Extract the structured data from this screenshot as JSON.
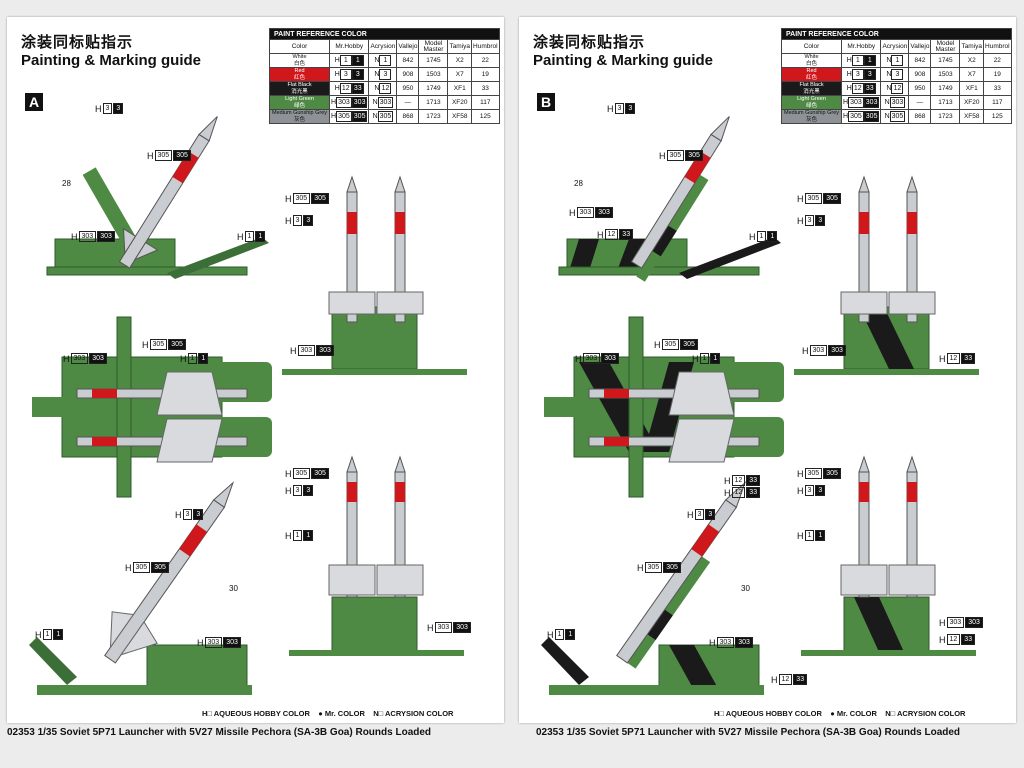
{
  "sheets": [
    {
      "letter": "A",
      "title_cn": "涂装同标贴指示",
      "title_en": "Painting & Marking guide",
      "callouts": {
        "c1": {
          "pre": "H",
          "box1": "3",
          "box2": "3"
        },
        "c2": {
          "pre": "H",
          "box1": "305",
          "box2": "305"
        },
        "c3": {
          "pre": "H",
          "box1": "303",
          "box2": "303"
        },
        "c4": {
          "pre": "H",
          "box1": "1",
          "box2": "1"
        },
        "c5": {
          "pre": "H",
          "box1": "303",
          "box2": "303"
        },
        "c6": {
          "pre": "H",
          "box1": "305",
          "box2": "305"
        },
        "c7": {
          "pre": "H",
          "box1": "1",
          "box2": "1"
        },
        "c8": {
          "pre": "H",
          "box1": "3",
          "box2": "3"
        },
        "c9": {
          "pre": "H",
          "box1": "305",
          "box2": "305"
        },
        "c10": {
          "pre": "H",
          "box1": "1",
          "box2": "1"
        },
        "c11": {
          "pre": "H",
          "box1": "303",
          "box2": "303"
        },
        "c12": {
          "pre": "H",
          "box1": "305",
          "box2": "305"
        },
        "c13": {
          "pre": "H",
          "box1": "3",
          "box2": "3"
        },
        "c14": {
          "pre": "H",
          "box1": "303",
          "box2": "303"
        },
        "c15": {
          "pre": "H",
          "box1": "305",
          "box2": "305"
        },
        "c16": {
          "pre": "H",
          "box1": "3",
          "box2": "3"
        },
        "c17": {
          "pre": "H",
          "box1": "1",
          "box2": "1"
        },
        "c18": {
          "pre": "H",
          "box1": "303",
          "box2": "303"
        }
      },
      "nums": {
        "n28": "28",
        "n30": "30"
      }
    },
    {
      "letter": "B",
      "title_cn": "涂装同标贴指示",
      "title_en": "Painting & Marking guide",
      "callouts": {
        "c1": {
          "pre": "H",
          "box1": "3",
          "box2": "3"
        },
        "c2": {
          "pre": "H",
          "box1": "305",
          "box2": "305"
        },
        "c3": {
          "pre": "H",
          "box1": "303",
          "box2": "303"
        },
        "c4": {
          "pre": "H",
          "box1": "12",
          "box2": "33"
        },
        "c5": {
          "pre": "H",
          "box1": "1",
          "box2": "1"
        },
        "c6": {
          "pre": "H",
          "box1": "303",
          "box2": "303"
        },
        "c7": {
          "pre": "H",
          "box1": "305",
          "box2": "305"
        },
        "c8": {
          "pre": "H",
          "box1": "1",
          "box2": "1"
        },
        "c9": {
          "pre": "H",
          "box1": "12",
          "box2": "33"
        },
        "c10": {
          "pre": "H",
          "box1": "3",
          "box2": "3"
        },
        "c11": {
          "pre": "H",
          "box1": "305",
          "box2": "305"
        },
        "c12": {
          "pre": "H",
          "box1": "1",
          "box2": "1"
        },
        "c13": {
          "pre": "H",
          "box1": "303",
          "box2": "303"
        },
        "c14": {
          "pre": "H",
          "box1": "12",
          "box2": "33"
        },
        "c15": {
          "pre": "H",
          "box1": "305",
          "box2": "305"
        },
        "c16": {
          "pre": "H",
          "box1": "3",
          "box2": "3"
        },
        "c17": {
          "pre": "H",
          "box1": "1",
          "box2": "1"
        },
        "c18": {
          "pre": "H",
          "box1": "303",
          "box2": "303"
        },
        "c19": {
          "pre": "H",
          "box1": "12",
          "box2": "33"
        },
        "c20": {
          "pre": "H",
          "box1": "12",
          "box2": "33"
        },
        "c21": {
          "pre": "H",
          "box1": "305",
          "box2": "305"
        },
        "c22": {
          "pre": "H",
          "box1": "3",
          "box2": "3"
        },
        "c23": {
          "pre": "H",
          "box1": "12",
          "box2": "33"
        },
        "c24": {
          "pre": "H",
          "box1": "303",
          "box2": "303"
        }
      },
      "nums": {
        "n28": "28",
        "n30": "30"
      }
    }
  ],
  "table": {
    "heading": "PAINT  REFERENCE COLOR",
    "headers": [
      "Color",
      "Mr.Hobby",
      "Acrysion",
      "Vallejo",
      "Model Master",
      "Tamiya",
      "Humbrol"
    ],
    "rows": [
      {
        "color": "White",
        "color_cn": "白色",
        "swatch": "#ffffff",
        "text_color": "#111111",
        "hobby_h": "1",
        "hobby_c": "1",
        "acrysion": "1",
        "vallejo": "842",
        "model_master": "1745",
        "tamiya": "X2",
        "humbrol": "22"
      },
      {
        "color": "Red",
        "color_cn": "红色",
        "swatch": "#d0171b",
        "text_color": "#ffffff",
        "hobby_h": "3",
        "hobby_c": "3",
        "acrysion": "3",
        "vallejo": "908",
        "model_master": "1503",
        "tamiya": "X7",
        "humbrol": "19"
      },
      {
        "color": "Flat Black",
        "color_cn": "消光黑",
        "swatch": "#1a1a1a",
        "text_color": "#ffffff",
        "hobby_h": "12",
        "hobby_c": "33",
        "acrysion": "12",
        "vallejo": "950",
        "model_master": "1749",
        "tamiya": "XF1",
        "humbrol": "33"
      },
      {
        "color": "Light Green",
        "color_cn": "绿色",
        "swatch": "#4f8a45",
        "text_color": "#ffffff",
        "hobby_h": "303",
        "hobby_c": "303",
        "acrysion": "303",
        "vallejo": "—",
        "model_master": "1713",
        "tamiya": "XF20",
        "humbrol": "117"
      },
      {
        "color": "Medium Gunship Grey",
        "color_cn": "灰色",
        "swatch": "#8e9296",
        "text_color": "#111111",
        "hobby_h": "305",
        "hobby_c": "305",
        "acrysion": "305",
        "vallejo": "868",
        "model_master": "1723",
        "tamiya": "XF58",
        "humbrol": "125"
      }
    ]
  },
  "legend": {
    "h_mark": "H",
    "h_label": "AQUEOUS HOBBY COLOR",
    "c_mark": "●",
    "c_label": "Mr. COLOR",
    "n_mark": "N",
    "n_label": "ACRYSION COLOR"
  },
  "footer": "02353 1/35 Soviet 5P71 Launcher with 5V27 Missile Pechora (SA-3B Goa) Rounds Loaded",
  "colors": {
    "green": "#4f8a45",
    "green_dark": "#356b32",
    "red": "#d0171b",
    "grey": "#c9ccd0",
    "black": "#1a1a1a"
  }
}
